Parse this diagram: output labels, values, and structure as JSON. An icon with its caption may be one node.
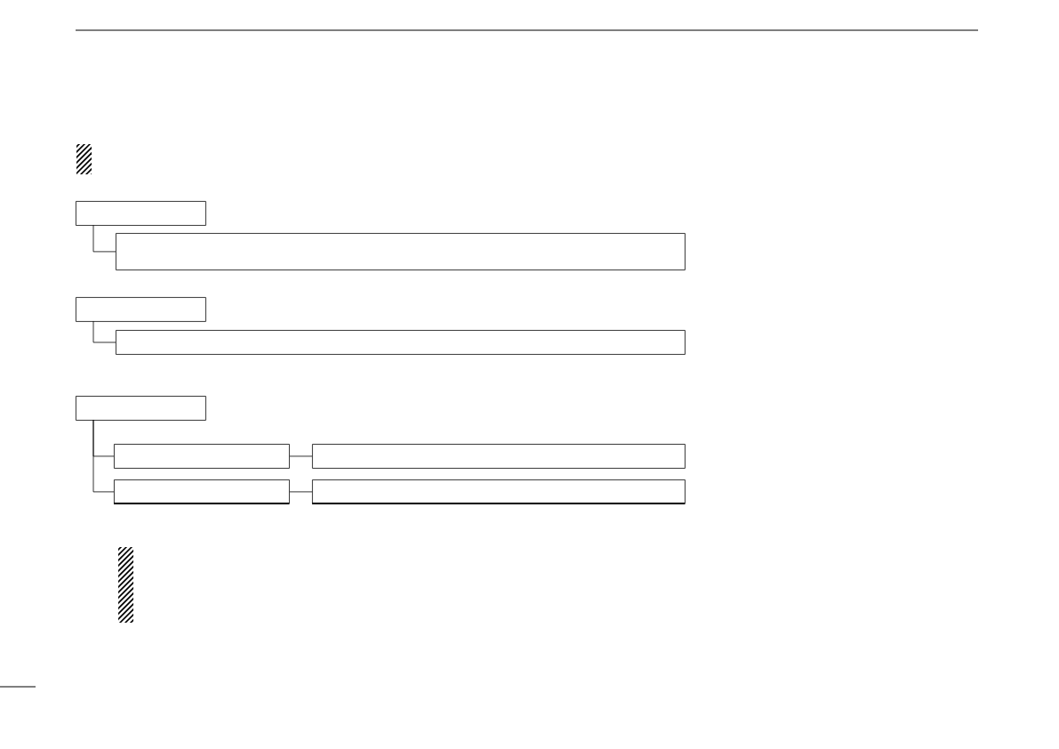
{
  "diagram": {
    "nodes": [
      {
        "text": [],
        "shape": "box"
      },
      {
        "text": [],
        "shape": "box"
      },
      {
        "text": [],
        "shape": "box"
      },
      {
        "text": [],
        "shape": "box"
      },
      {
        "text": [],
        "shape": "box"
      },
      {
        "text": [],
        "shape": "box"
      },
      {
        "text": [],
        "shape": "box"
      },
      {
        "text": [],
        "shape": "box"
      },
      {
        "text": [],
        "shape": "box"
      }
    ],
    "edges": [
      {
        "from": 0,
        "to": 1,
        "arrow": "none"
      },
      {
        "from": 2,
        "to": 3,
        "arrow": "none"
      },
      {
        "from": 4,
        "to": 5,
        "arrow": "none"
      },
      {
        "from": 4,
        "to": 7,
        "arrow": "none"
      },
      {
        "from": 5,
        "to": 6,
        "arrow": "none"
      },
      {
        "from": 7,
        "to": 8,
        "arrow": "none"
      }
    ]
  }
}
